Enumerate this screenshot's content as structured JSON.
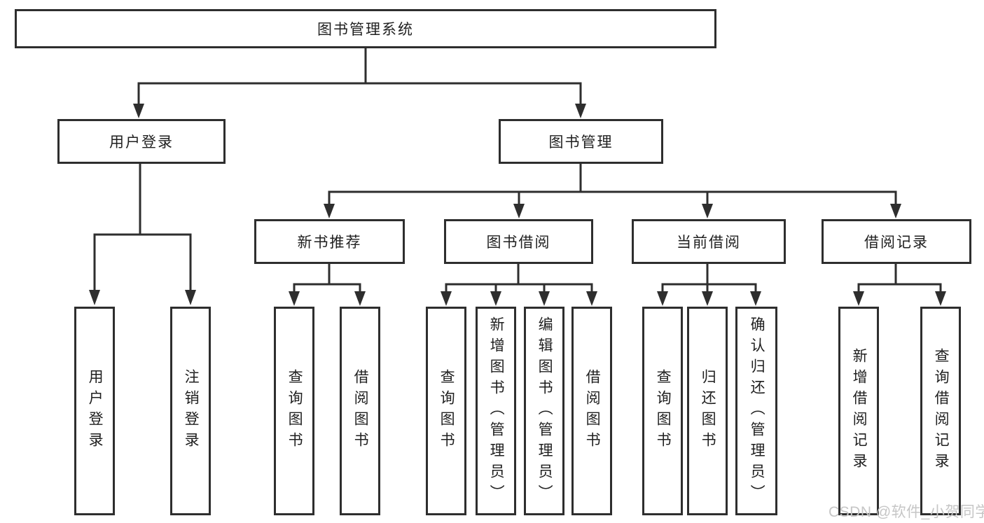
{
  "diagram": {
    "root": {
      "label": "图书管理系统"
    },
    "level2": [
      {
        "label": "用户登录",
        "children": [
          {
            "label": "用户登录"
          },
          {
            "label": "注销登录"
          }
        ]
      },
      {
        "label": "图书管理",
        "children": [
          {
            "label": "新书推荐",
            "children": [
              {
                "label": "查询图书"
              },
              {
                "label": "借阅图书"
              }
            ]
          },
          {
            "label": "图书借阅",
            "children": [
              {
                "label": "查询图书"
              },
              {
                "label": "新增图书（管理员）"
              },
              {
                "label": "编辑图书（管理员）"
              },
              {
                "label": "借阅图书"
              }
            ]
          },
          {
            "label": "当前借阅",
            "children": [
              {
                "label": "查询图书"
              },
              {
                "label": "归还图书"
              },
              {
                "label": "确认归还（管理员）"
              }
            ]
          },
          {
            "label": "借阅记录",
            "children": [
              {
                "label": "新增借阅记录"
              },
              {
                "label": "查询借阅记录"
              }
            ]
          }
        ]
      }
    ]
  },
  "watermark": {
    "text": "CSDN @软件_小贺同学"
  },
  "colors": {
    "line": "#2e2e2e",
    "text": "#1f1f1f",
    "watermark": "#c6c6c6",
    "background": "#ffffff"
  }
}
